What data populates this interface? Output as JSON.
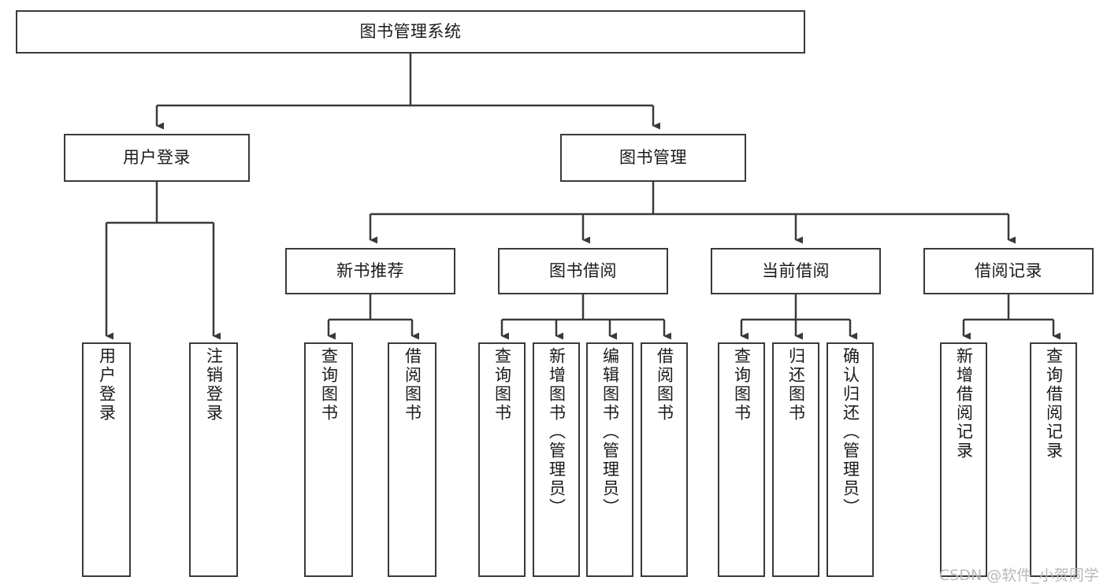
{
  "diagram": {
    "title": "图书管理系统",
    "type": "tree-hierarchy-chart",
    "orientation": "top-down",
    "style": {
      "box_border_color": "#3a3a3a",
      "box_fill_color": "#ffffff",
      "edge_color": "#3a3a3a",
      "background_color": "#ffffff",
      "text_color": "#1a1a1a"
    },
    "nodes": {
      "root": {
        "label": "图书管理系统"
      },
      "level2": [
        {
          "label": "用户登录"
        },
        {
          "label": "图书管理"
        }
      ],
      "level3": [
        {
          "label": "新书推荐"
        },
        {
          "label": "图书借阅"
        },
        {
          "label": "当前借阅"
        },
        {
          "label": "借阅记录"
        }
      ],
      "leaves": {
        "user_login": [
          {
            "label": "用户登录"
          },
          {
            "label": "注销登录"
          }
        ],
        "new_book_recommend": [
          {
            "label": "查询图书"
          },
          {
            "label": "借阅图书"
          }
        ],
        "book_borrow": [
          {
            "label": "查询图书"
          },
          {
            "label": "新增图书（管理员）"
          },
          {
            "label": "编辑图书（管理员）"
          },
          {
            "label": "借阅图书"
          }
        ],
        "current_borrow": [
          {
            "label": "查询图书"
          },
          {
            "label": "归还图书"
          },
          {
            "label": "确认归还（管理员）"
          }
        ],
        "borrow_record": [
          {
            "label": "新增借阅记录"
          },
          {
            "label": "查询借阅记录"
          }
        ]
      }
    },
    "watermark": "CSDN @软件_小贺同学"
  }
}
